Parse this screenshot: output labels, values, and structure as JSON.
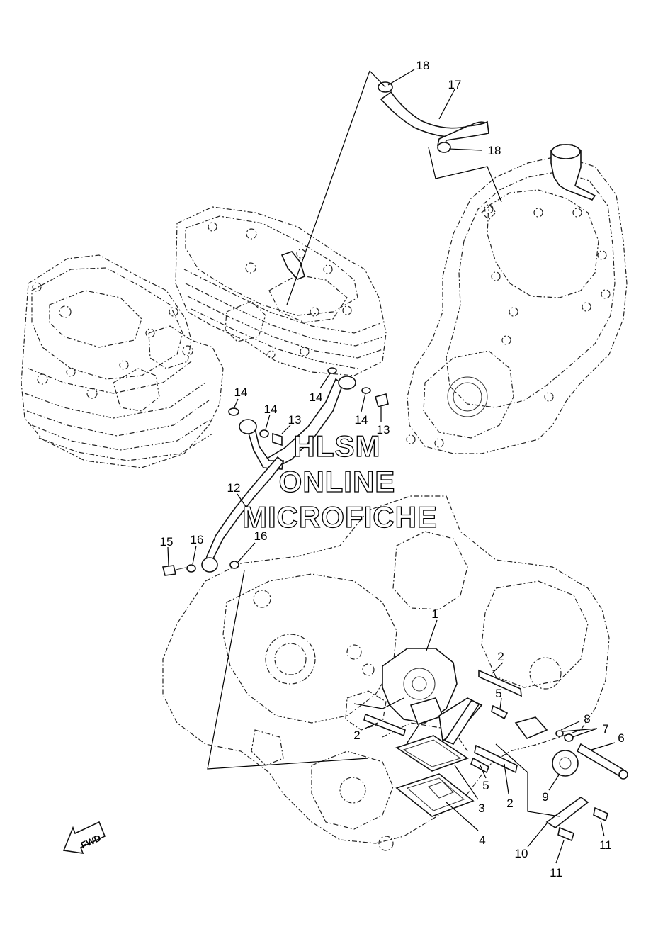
{
  "diagram": {
    "watermark": [
      "HLSM",
      "ONLINE",
      "MICROFICHE"
    ],
    "direction_label": "FWD",
    "callouts": [
      {
        "id": "c1",
        "text": "1"
      },
      {
        "id": "c2a",
        "text": "2"
      },
      {
        "id": "c2b",
        "text": "2"
      },
      {
        "id": "c2c",
        "text": "2"
      },
      {
        "id": "c3",
        "text": "3"
      },
      {
        "id": "c4",
        "text": "4"
      },
      {
        "id": "c5a",
        "text": "5"
      },
      {
        "id": "c5b",
        "text": "5"
      },
      {
        "id": "c6",
        "text": "6"
      },
      {
        "id": "c7",
        "text": "7"
      },
      {
        "id": "c8",
        "text": "8"
      },
      {
        "id": "c9",
        "text": "9"
      },
      {
        "id": "c10",
        "text": "10"
      },
      {
        "id": "c11a",
        "text": "11"
      },
      {
        "id": "c11b",
        "text": "11"
      },
      {
        "id": "c12",
        "text": "12"
      },
      {
        "id": "c13a",
        "text": "13"
      },
      {
        "id": "c13b",
        "text": "13"
      },
      {
        "id": "c14a",
        "text": "14"
      },
      {
        "id": "c14b",
        "text": "14"
      },
      {
        "id": "c14c",
        "text": "14"
      },
      {
        "id": "c14d",
        "text": "14"
      },
      {
        "id": "c15",
        "text": "15"
      },
      {
        "id": "c16a",
        "text": "16"
      },
      {
        "id": "c16b",
        "text": "16"
      },
      {
        "id": "c17",
        "text": "17"
      },
      {
        "id": "c18a",
        "text": "18"
      },
      {
        "id": "c18b",
        "text": "18"
      }
    ]
  }
}
